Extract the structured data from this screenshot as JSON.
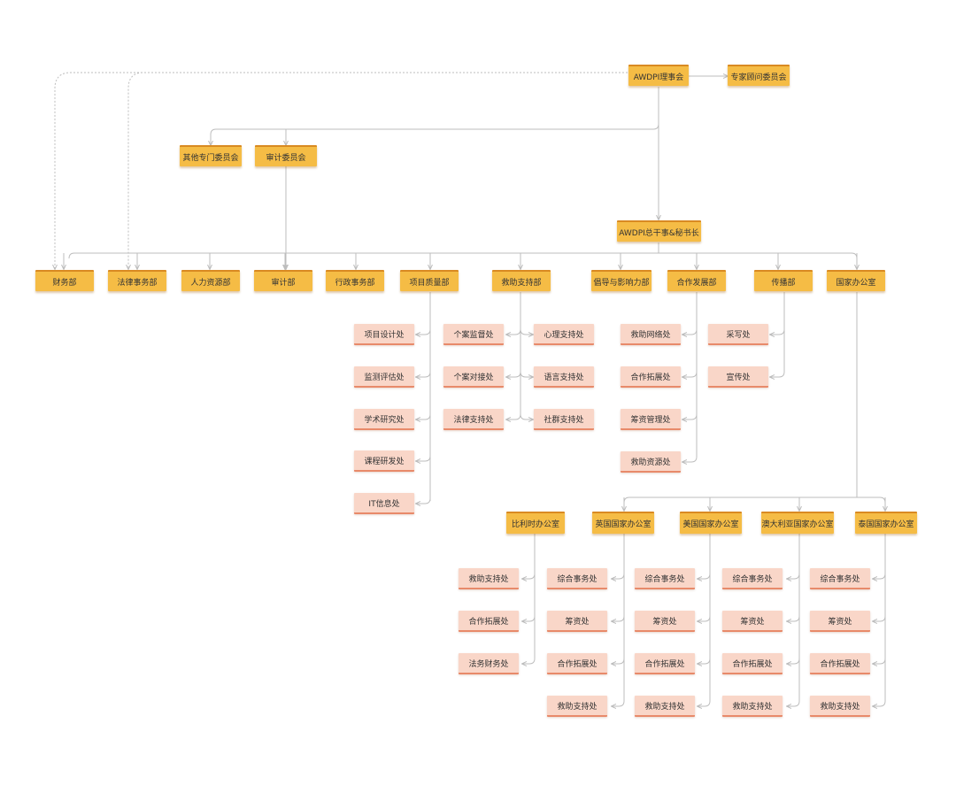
{
  "nodes": {
    "board": "AWDPI理事会",
    "expert": "专家顾问委员会",
    "other_committee": "其他专门委员会",
    "audit_committee": "审计委员会",
    "sg": "AWDPI总干事&秘书长",
    "dept": {
      "finance": "财务部",
      "legal": "法律事务部",
      "hr": "人力资源部",
      "audit": "审计部",
      "admin": "行政事务部",
      "quality": "项目质量部",
      "rescue": "救助支持部",
      "advocacy": "倡导与影响力部",
      "coop": "合作发展部",
      "comms": "传播部",
      "national": "国家办公室"
    },
    "quality": [
      "项目设计处",
      "监测评估处",
      "学术研究处",
      "课程研发处",
      "IT信息处"
    ],
    "rescue_left": [
      "个案监督处",
      "个案对接处",
      "法律支持处"
    ],
    "rescue_right": [
      "心理支持处",
      "语言支持处",
      "社群支持处"
    ],
    "coop": [
      "救助网络处",
      "合作拓展处",
      "筹资管理处",
      "救助资源处"
    ],
    "comms": [
      "采写处",
      "宣传处"
    ],
    "offices": [
      "比利时办公室",
      "英国国家办公室",
      "美国国家办公室",
      "澳大利亚国家办公室",
      "泰国国家办公室"
    ],
    "belgium": [
      "救助支持处",
      "合作拓展处",
      "法务财务处"
    ],
    "uk": [
      "综合事务处",
      "筹资处",
      "合作拓展处",
      "救助支持处"
    ],
    "us": [
      "综合事务处",
      "筹资处",
      "合作拓展处",
      "救助支持处"
    ],
    "au": [
      "综合事务处",
      "筹资处",
      "合作拓展处",
      "救助支持处"
    ],
    "th": [
      "综合事务处",
      "筹资处",
      "合作拓展处",
      "救助支持处"
    ]
  },
  "colors": {
    "gold": "#f5bc45",
    "pink": "#f9d6c8",
    "line": "#bdbdbd"
  }
}
